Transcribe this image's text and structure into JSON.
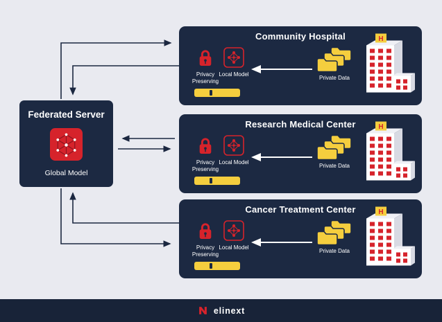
{
  "colors": {
    "background": "#e9eaf0",
    "panel_navy": "#1c2942",
    "footer_navy": "#182338",
    "accent_red": "#d6232b",
    "accent_yellow": "#f5ce3e",
    "arrow": "#1b2740",
    "text": "#ffffff"
  },
  "server": {
    "title": "Federated Server",
    "model_label": "Global Model",
    "icon": "network-graph-icon"
  },
  "panels": [
    {
      "title": "Community Hospital"
    },
    {
      "title": "Research Medical Center"
    },
    {
      "title": "Cancer Treatment Center"
    }
  ],
  "labels": {
    "privacy": "Privacy Preserving",
    "local_model": "Local Model",
    "private_data": "Private Data",
    "building_sign": "H"
  },
  "icons": {
    "privacy": "lock-icon",
    "local_model": "network-graph-icon",
    "private_data": "folder-stack-icon",
    "client": "hospital-building-icon"
  },
  "footer": {
    "brand": "elinext"
  }
}
